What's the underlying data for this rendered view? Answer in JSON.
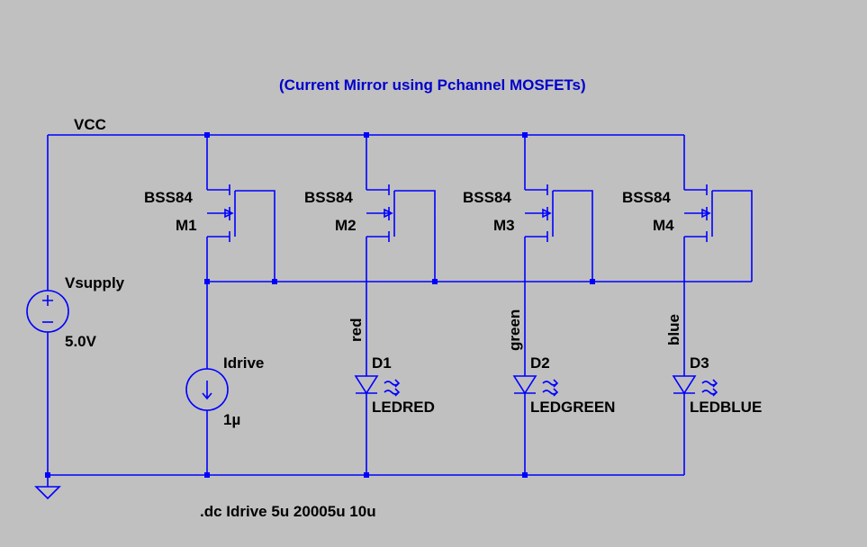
{
  "title": "(Current Mirror using Pchannel MOSFETs)",
  "net_vcc": "VCC",
  "vsupply": {
    "name": "Vsupply",
    "value": "5.0V"
  },
  "idrive": {
    "name": "Idrive",
    "value": "1µ"
  },
  "mosfets": [
    {
      "model": "BSS84",
      "ref": "M1"
    },
    {
      "model": "BSS84",
      "ref": "M2"
    },
    {
      "model": "BSS84",
      "ref": "M3"
    },
    {
      "model": "BSS84",
      "ref": "M4"
    }
  ],
  "leds": [
    {
      "ref": "D1",
      "model": "LEDRED",
      "net": "red"
    },
    {
      "ref": "D2",
      "model": "LEDGREEN",
      "net": "green"
    },
    {
      "ref": "D3",
      "model": "LEDBLUE",
      "net": "blue"
    }
  ],
  "directive": ".dc Idrive 5u 20005u 10u",
  "colors": {
    "background": "#c0c0c0",
    "wire": "#0000ff",
    "title": "#0000cc",
    "label": "#000000"
  }
}
